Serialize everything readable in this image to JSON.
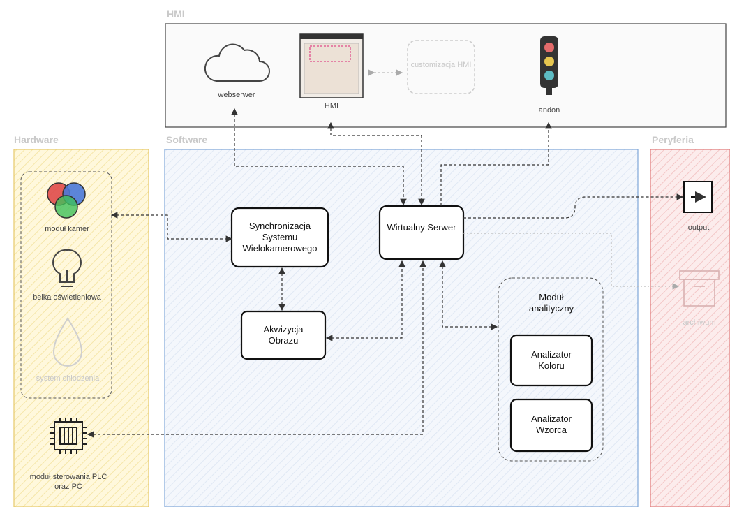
{
  "sections": {
    "hmi": "HMI",
    "hardware": "Hardware",
    "software": "Software",
    "peryferia": "Peryferia"
  },
  "hmi_nodes": {
    "webserwer": "webserwer",
    "hmi": "HMI",
    "customizacja": "customizacja HMI",
    "andon": "andon"
  },
  "hardware_nodes": {
    "kamery": "moduł kamer",
    "belka": "belka oświetleniowa",
    "chlodzenie": "system chłodzenia",
    "sterowanie": "moduł sterowania PLC oraz PC"
  },
  "software_nodes": {
    "synchronizacja": "Synchronizacja Systemu Wielokamerowego",
    "serwer": "Wirtualny Serwer",
    "akwizycja": "Akwizycja Obrazu",
    "modul_analityczny": "Moduł analityczny",
    "analizator_koloru": "Analizator Koloru",
    "analizator_wzorca": "Analizator Wzorca"
  },
  "peryferia_nodes": {
    "output": "output",
    "archiwum": "archiwum"
  },
  "colors": {
    "hardware_fill": "#fff6d5",
    "hardware_stroke": "#e6c96a",
    "software_fill": "#eef3fb",
    "software_stroke": "#7ea6d8",
    "peryferia_fill": "#fbe3e3",
    "peryferia_stroke": "#e07a7a",
    "hmi_stroke": "#444444"
  },
  "icons": [
    "cloud-icon",
    "hmi-screen-icon",
    "traffic-light-icon",
    "color-circles-icon",
    "light-bulb-icon",
    "drop-icon",
    "chip-icon",
    "arrow-right-icon",
    "archive-box-icon"
  ]
}
